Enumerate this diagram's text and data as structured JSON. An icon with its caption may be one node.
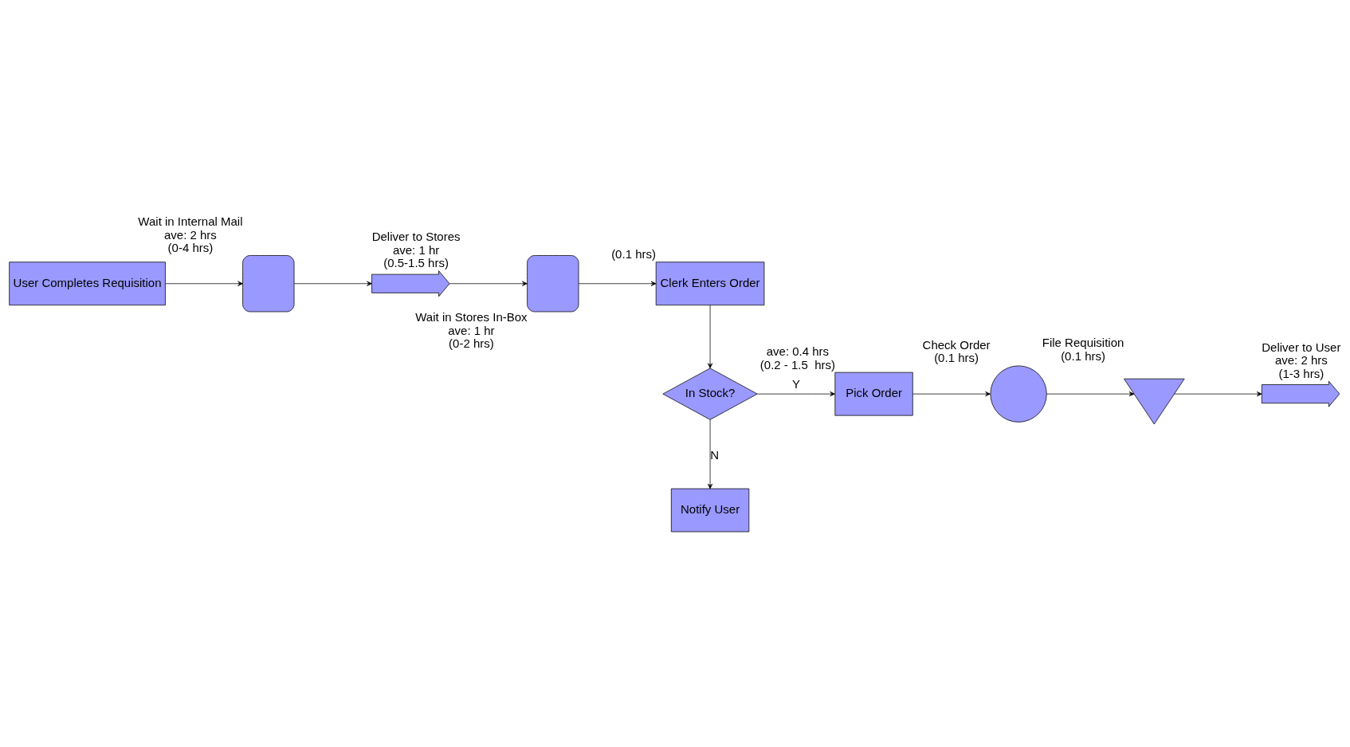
{
  "diagram": {
    "nodes": [
      {
        "text": [
          "User Completes Requisition"
        ]
      },
      {
        "text": [],
        "shape": "delay",
        "beside": [
          "Wait in Internal Mail",
          "ave: 2 hrs",
          "(0-4 hrs)"
        ]
      },
      {
        "text": [],
        "shape": "arrow",
        "beside": [
          "Deliver to Stores",
          "ave: 1 hr",
          "(0.5-1.5 hrs)"
        ]
      },
      {
        "text": [],
        "shape": "delay",
        "beside": [
          "Wait in Stores In-Box",
          "ave: 1 hr",
          "(0-2 hrs)"
        ]
      },
      {
        "text": [
          "Clerk Enters Order"
        ],
        "beside": [
          "(0.1 hrs)"
        ]
      },
      {
        "text": [
          "In Stock?"
        ]
      },
      {
        "text": [
          "Pick Order"
        ],
        "beside": [
          "ave: 0.4 hrs",
          "(0.2 - 1.5  hrs)"
        ]
      },
      {
        "text": [],
        "shape": "circle",
        "beside": [
          "Check Order",
          "(0.1 hrs)"
        ]
      },
      {
        "text": [],
        "shape": "triangle",
        "beside": [
          "File Requisition",
          "(0.1 hrs)"
        ]
      },
      {
        "text": [],
        "shape": "arrow",
        "beside": [
          "Deliver to User",
          "ave: 2 hrs",
          "(1-3 hrs)"
        ]
      },
      {
        "text": [
          "Notify User"
        ]
      }
    ],
    "edges": [
      {
        "from": 0,
        "to": 1,
        "arrow": "to"
      },
      {
        "from": 1,
        "to": 2,
        "arrow": "to"
      },
      {
        "from": 2,
        "to": 3,
        "arrow": "to"
      },
      {
        "from": 3,
        "to": 4,
        "arrow": "to"
      },
      {
        "from": 4,
        "to": 5,
        "arrow": "to"
      },
      {
        "from": 5,
        "to": 6,
        "arrow": "to",
        "label": "Y"
      },
      {
        "from": 5,
        "to": 10,
        "arrow": "to",
        "label": "N"
      },
      {
        "from": 6,
        "to": 7,
        "arrow": "to"
      },
      {
        "from": 7,
        "to": 8,
        "arrow": "to"
      },
      {
        "from": 8,
        "to": 9,
        "arrow": "to"
      }
    ]
  }
}
